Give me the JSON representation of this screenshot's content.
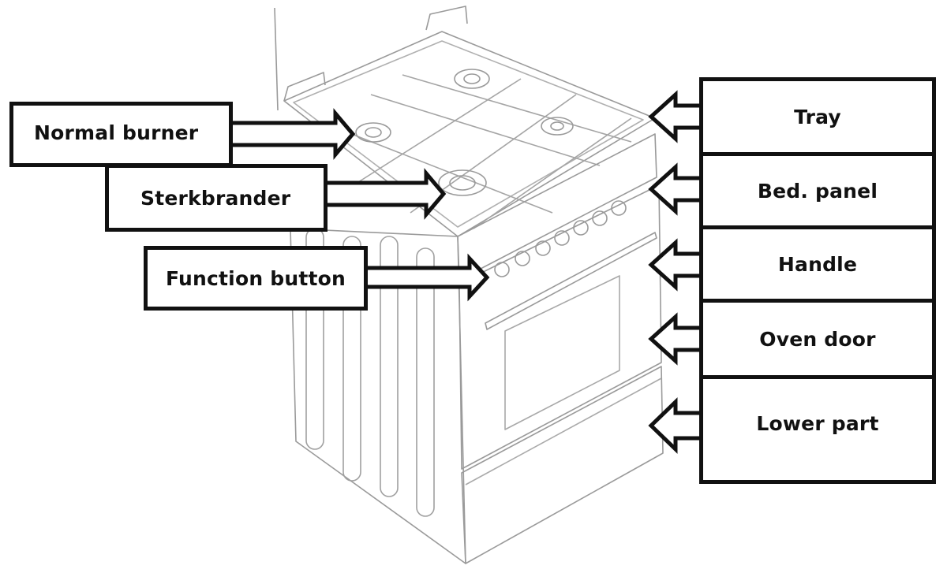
{
  "diagram": {
    "subject": "Freestanding gas stove with oven",
    "left_labels": [
      {
        "id": "normal-burner",
        "text": "Normal burner"
      },
      {
        "id": "sterkbrander",
        "text": "Sterkbrander"
      },
      {
        "id": "function-button",
        "text": "Function button"
      }
    ],
    "right_labels": [
      {
        "id": "tray",
        "text": "Tray"
      },
      {
        "id": "bed-panel",
        "text": "Bed. panel"
      },
      {
        "id": "handle",
        "text": "Handle"
      },
      {
        "id": "oven-door",
        "text": "Oven door"
      },
      {
        "id": "lower-part",
        "text": "Lower part"
      }
    ],
    "colors": {
      "ink": "#111111",
      "sketch": "#9a9a9a",
      "background": "#ffffff"
    }
  }
}
